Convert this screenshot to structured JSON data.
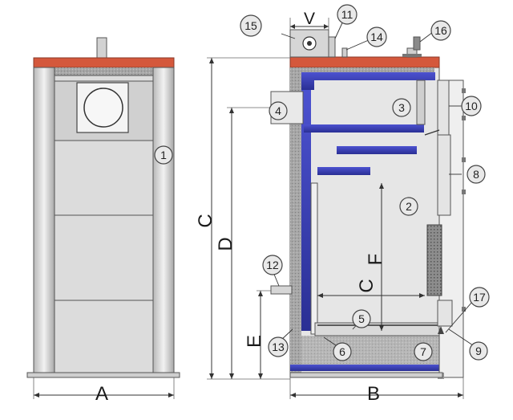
{
  "dimensions": {
    "A": "A",
    "B": "B",
    "C": "C",
    "D": "D",
    "E": "E",
    "F": "F",
    "V": "V"
  },
  "callouts": [
    "1",
    "2",
    "3",
    "4",
    "5",
    "6",
    "7",
    "8",
    "9",
    "10",
    "11",
    "12",
    "13",
    "14",
    "15",
    "16",
    "17"
  ],
  "colors": {
    "top_plate": "#d4583c",
    "water_jacket_blue": "#3a3fb0",
    "body_gray": "#d9d9d9",
    "insulation": "#9e9e9e"
  }
}
